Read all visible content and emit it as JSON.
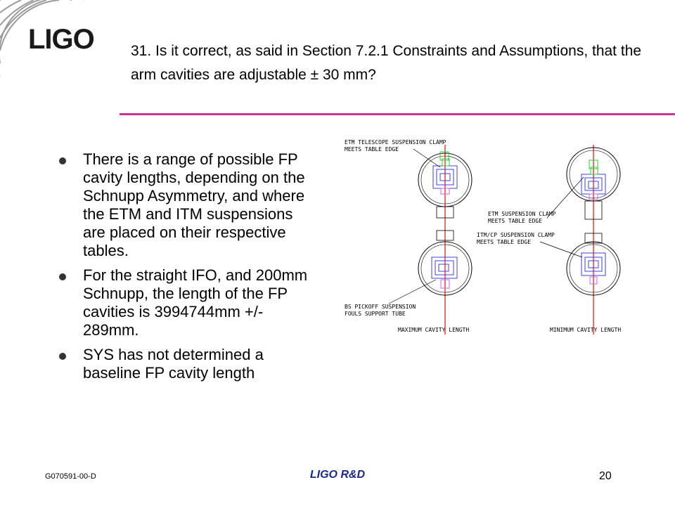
{
  "header": {
    "logo_text": "LIGO",
    "title": "31. Is it correct, as said in Section 7.2.1 Constraints and Assumptions, that the arm cavities are adjustable ± 30 mm?"
  },
  "bullets": [
    "There is a range of possible FP cavity lengths, depending on the Schnupp Asymmetry, and where the ETM and ITM suspensions are placed on their respective tables.",
    "For the straight IFO, and 200mm Schnupp, the length of the FP cavities is 3994744mm +/- 289mm.",
    "SYS has not determined a baseline FP cavity length"
  ],
  "diagram": {
    "labels": {
      "etm_telescope_1": "ETM TELESCOPE SUSPENSION CLAMP",
      "etm_telescope_2": "MEETS TABLE EDGE",
      "etm_susp_1": "ETM SUSPENSION CLAMP",
      "etm_susp_2": "MEETS TABLE EDGE",
      "itm_cp_1": "ITM/CP SUSPENSION CLAMP",
      "itm_cp_2": "MEETS TABLE EDGE",
      "bs_pickoff_1": "BS PICKOFF SUSPENSION",
      "bs_pickoff_2": "FOULS SUPPORT TUBE",
      "max_cavity": "MAXIMUM CAVITY LENGTH",
      "min_cavity": "MINIMUM CAVITY LENGTH"
    },
    "colors": {
      "beam": "#e01010",
      "suspension": "#4040e0",
      "pickoff": "#cc66ee",
      "telescope": "#33cc33"
    }
  },
  "footer": {
    "doc_id": "G070591-00-D",
    "center": "LIGO R&D",
    "page_number": "20"
  }
}
